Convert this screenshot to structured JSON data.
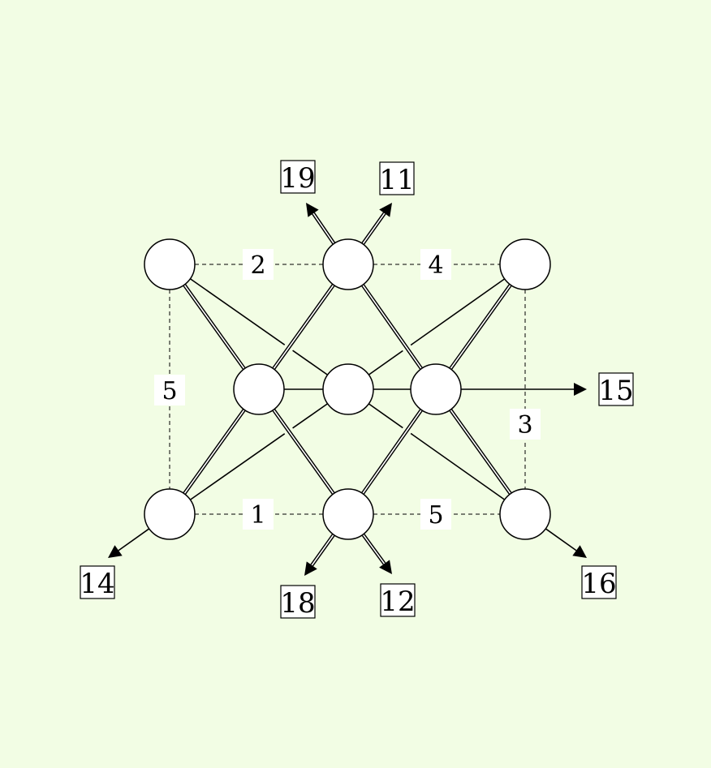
{
  "colors": {
    "background": "#f2fde4",
    "node_fill": "#ffffff",
    "stroke": "#000000"
  },
  "nodes": [
    "top-left",
    "top-middle",
    "top-right",
    "middle-left",
    "center",
    "middle-right",
    "bottom-left",
    "bottom-middle",
    "bottom-right"
  ],
  "dashed_edges": [
    {
      "from": "top-left",
      "to": "top-middle",
      "label": "2"
    },
    {
      "from": "top-middle",
      "to": "top-right",
      "label": "4"
    },
    {
      "from": "top-left",
      "to": "bottom-left",
      "label": "5"
    },
    {
      "from": "top-right",
      "to": "bottom-right",
      "label": "3"
    },
    {
      "from": "bottom-left",
      "to": "bottom-middle",
      "label": "1"
    },
    {
      "from": "bottom-middle",
      "to": "bottom-right",
      "label": "5"
    }
  ],
  "single_edges": [
    {
      "from": "top-left",
      "to": "center"
    },
    {
      "from": "top-right",
      "to": "center"
    },
    {
      "from": "bottom-left",
      "to": "center"
    },
    {
      "from": "bottom-right",
      "to": "center"
    },
    {
      "from": "middle-left",
      "to": "center"
    },
    {
      "from": "center",
      "to": "middle-right"
    }
  ],
  "double_edges": [
    {
      "from": "top-left",
      "to": "middle-left"
    },
    {
      "from": "top-middle",
      "to": "middle-left"
    },
    {
      "from": "top-middle",
      "to": "middle-right"
    },
    {
      "from": "top-right",
      "to": "middle-right"
    },
    {
      "from": "bottom-left",
      "to": "middle-left"
    },
    {
      "from": "bottom-middle",
      "to": "middle-left"
    },
    {
      "from": "bottom-middle",
      "to": "middle-right"
    },
    {
      "from": "bottom-right",
      "to": "middle-right"
    }
  ],
  "outputs": [
    {
      "from": "top-middle",
      "label": "19",
      "style": "double"
    },
    {
      "from": "top-middle",
      "label": "11",
      "style": "double"
    },
    {
      "from": "middle-right",
      "label": "15",
      "style": "single"
    },
    {
      "from": "bottom-left",
      "label": "14",
      "style": "single"
    },
    {
      "from": "bottom-middle",
      "label": "18",
      "style": "double"
    },
    {
      "from": "bottom-middle",
      "label": "12",
      "style": "double"
    },
    {
      "from": "bottom-right",
      "label": "16",
      "style": "single"
    }
  ]
}
